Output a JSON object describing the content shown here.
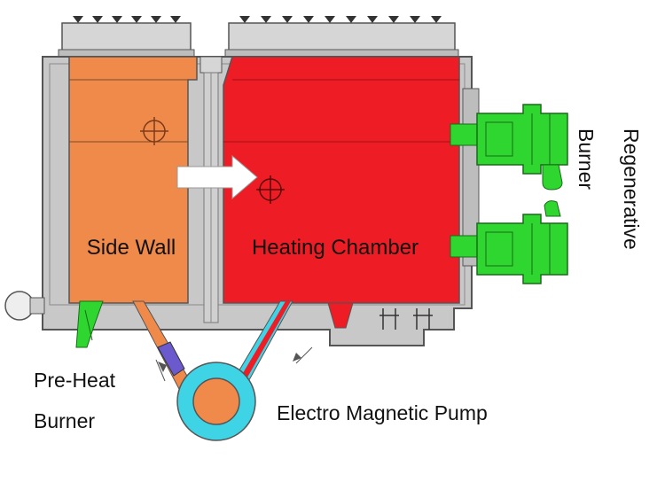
{
  "labels": {
    "side_wall": "Side Wall",
    "heating_chamber": "Heating Chamber",
    "regenerative_line1": "Regenerative",
    "regenerative_line2": "Burner",
    "preheat_line1": "Pre-Heat",
    "preheat_line2": "Burner",
    "pump": "Electro Magnetic Pump"
  },
  "colors": {
    "side_wall": "#f08a4b",
    "heating_chamber": "#ee1c25",
    "burner_green": "#2fd62f",
    "pump_cyan": "#3fd3e6",
    "pump_core": "#f08a4b",
    "steel": "#c8c8c8",
    "steel_dark": "#8a8a8a",
    "steel_outline": "#555555",
    "arrow_fill": "#ffffff"
  }
}
